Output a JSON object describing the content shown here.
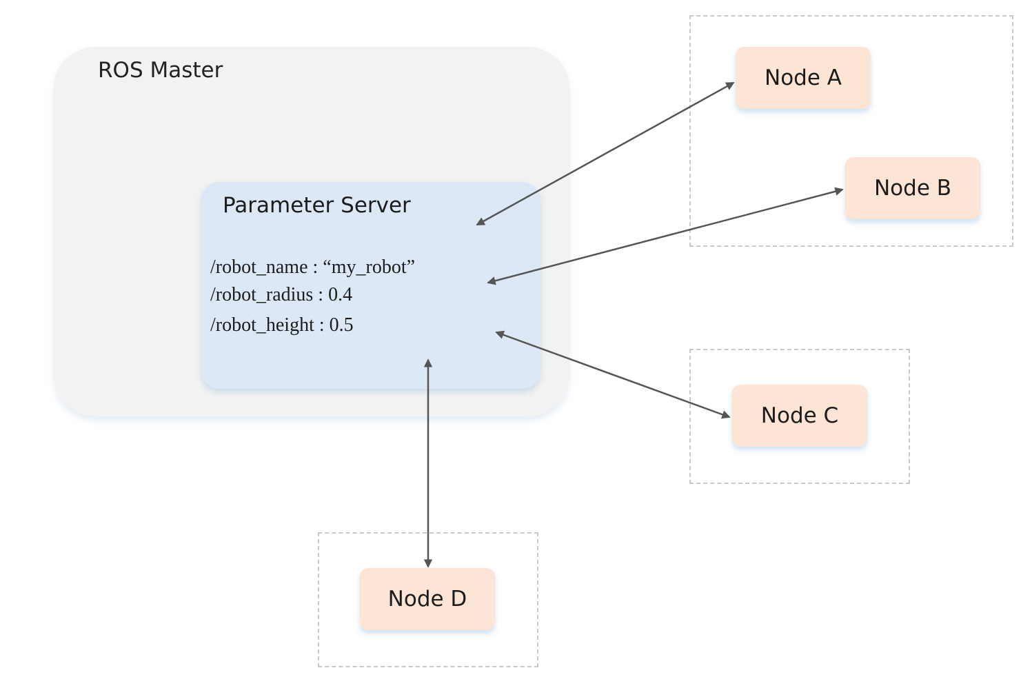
{
  "master": {
    "title": "ROS Master"
  },
  "parameter_server": {
    "title": "Parameter Server",
    "params": [
      "/robot_name :  “my_robot”",
      "/robot_radius : 0.4",
      "/robot_height : 0.5"
    ]
  },
  "nodes": {
    "a": "Node A",
    "b": "Node B",
    "c": "Node C",
    "d": "Node D"
  },
  "colors": {
    "master_fill": "#f2f2f2",
    "param_fill": "#dce8f6",
    "node_fill": "#fde5d5",
    "arrow": "#555555",
    "dashed_border": "#c8c8c8"
  }
}
